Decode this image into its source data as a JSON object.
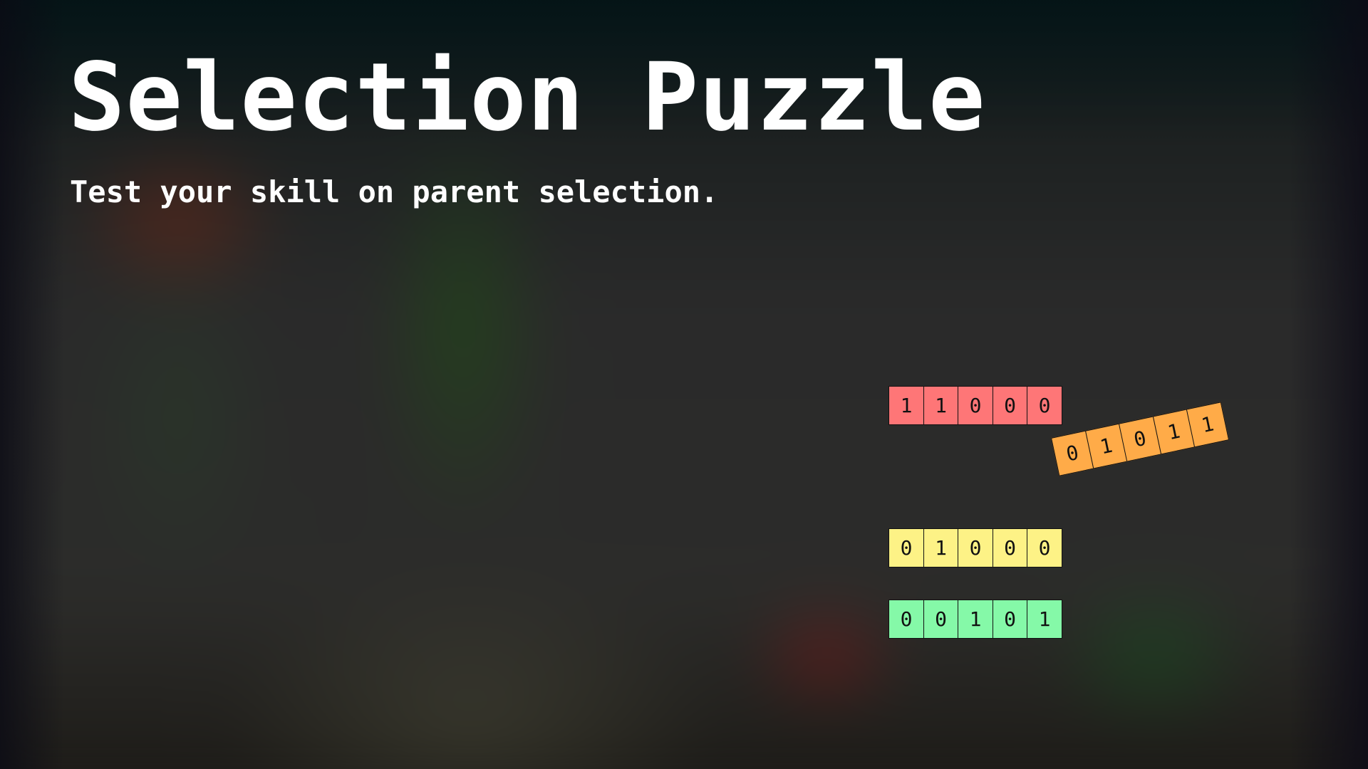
{
  "title": "Selection Puzzle",
  "subtitle": "Test your skill on parent selection.",
  "chromosomes": [
    {
      "genes": [
        "1",
        "1",
        "0",
        "0",
        "0"
      ],
      "color": "#fe7677",
      "rotation_deg": 0
    },
    {
      "genes": [
        "0",
        "1",
        "0",
        "1",
        "1"
      ],
      "color": "#ffab48",
      "rotation_deg": -12
    },
    {
      "genes": [
        "0",
        "1",
        "0",
        "0",
        "0"
      ],
      "color": "#fdf286",
      "rotation_deg": 0
    },
    {
      "genes": [
        "0",
        "0",
        "1",
        "0",
        "1"
      ],
      "color": "#85f9a8",
      "rotation_deg": 0
    }
  ]
}
